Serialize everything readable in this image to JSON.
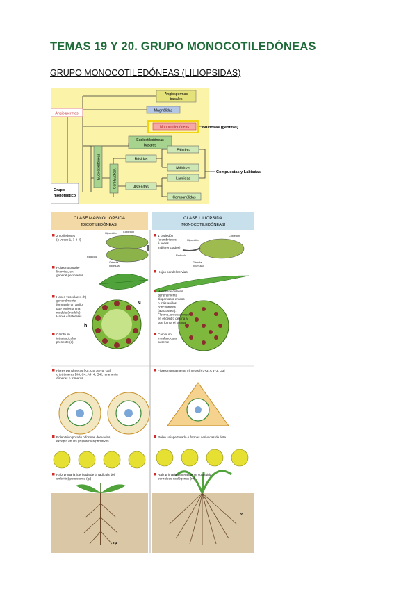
{
  "document": {
    "title": "TEMAS 19 Y 20. GRUPO MONOCOTILEDÓNEAS",
    "subtitle": "GRUPO MONOCOTILEDÓNEAS (LILIOPSIDAS)"
  },
  "phylogeny": {
    "angiospermas": "Angiospermas",
    "angiospermas_basales": [
      "Angiospermas",
      "basales"
    ],
    "magnolidas": "Magnólidas",
    "monocotiledoneas": "Monocotiledóneas",
    "bulbosas": "Bulbosas (geófitas)",
    "eudicotiledoneas": "Eudicotiledóneas",
    "eudicot_basales": [
      "Eudicotiledóneas",
      "basales"
    ],
    "rosidas": "Rósidas",
    "fabidas": "Fábidas",
    "malvidas": "Málvidas",
    "asteridas": "Astéridas",
    "lamiidas": "Lámiidas",
    "campanulidas": "Campanúlidas",
    "compuestas": "Compuestas y Labiadas",
    "grupo_mono": [
      "Grupo",
      "monofilético"
    ],
    "eudicot_vertical": "Eudicotiledóneas",
    "core_vertical": "Core Eudicot."
  },
  "comparison": {
    "left_header": [
      "CLASE MAGNOLIOPSIDA",
      "[DICOTILEDÓNEAS]"
    ],
    "right_header": [
      "CLASE LILIOPSIDA",
      "[MONOCOTILEDÓNEAS]"
    ],
    "left_items": [
      [
        "2 cotiledones",
        "(a veces 1, 3 ó 4)"
      ],
      [
        "Hojas no parale-",
        "linervias, en",
        "general peciolados"
      ],
      [
        "Haces vasculares (h)",
        "generalmente",
        "formando un anillo",
        "que encierra una",
        "médula (medulo)",
        "Haces colaterales"
      ],
      [
        "Cámbium",
        "intrafascicular",
        "presente (c)"
      ],
      [
        "Flores pentámeras [K5, C5, A5+5, G5]",
        "o tetrámeras [K4, C4, A4+4, G4], raramente",
        "dímeras o trímeras"
      ],
      [
        "Polen tricolporado o formas derivadas,",
        "excepto en los grupos más primitivos."
      ],
      [
        "Raíz primaria (derivada de la radícula del",
        "embrión) persistente (rp)"
      ]
    ],
    "right_items": [
      [
        "1 cotiledón",
        "(o embriones",
        "a veces",
        "indiferenciados)"
      ],
      [
        "Hojas paralelinervias"
      ],
      [
        "Haces vasculares",
        "generalmente",
        "dispersos o en dos",
        "o más anillos",
        "concéntricos",
        "(atactostela).",
        "Floema, en ocasiones",
        "en el centro de una V",
        "que forma el xilema"
      ],
      [
        "Cámbium",
        "intrafascicular",
        "ausente"
      ],
      [
        "Flores normalmente trímeras [P3+3, A 3+3, G3]"
      ],
      [
        "Polen uniaperturado o formas derivadas de éste"
      ],
      [
        "Raíz primaria generalmente sustituida",
        "por raíces caulógenas (rc)"
      ]
    ],
    "seed_labels_left": [
      "Hipocótilo",
      "Cotiledón",
      "Radícula",
      "Gémula",
      "(plúmula)"
    ],
    "seed_labels_right": [
      "Hipocótilo",
      "Cotiledón",
      "Radícula",
      "Gémula",
      "(plúmula)"
    ],
    "stem_label_c": "c",
    "stem_label_h": "h",
    "root_label_rp": "rp",
    "root_label_rc": "rc"
  }
}
